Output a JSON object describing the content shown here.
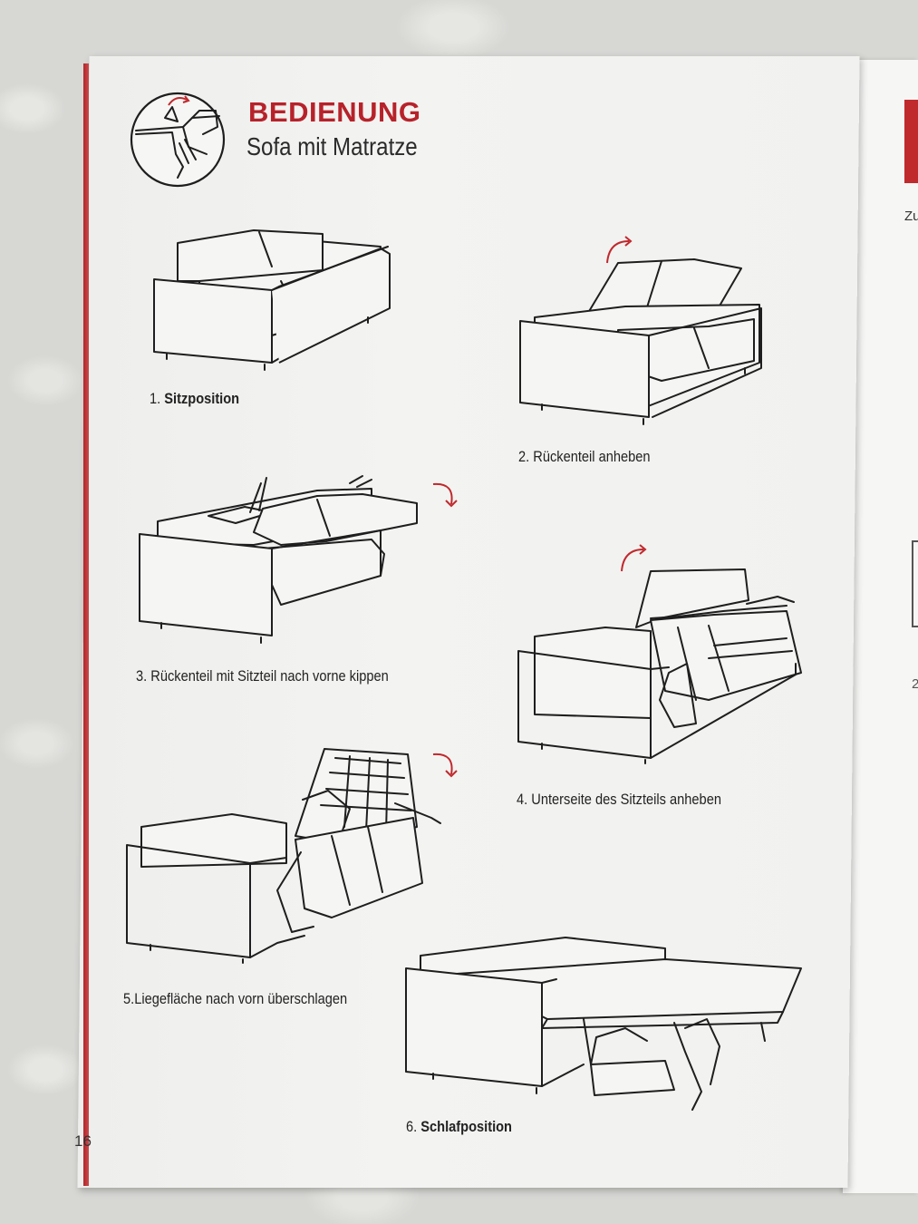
{
  "manual": {
    "title": "BEDIENUNG",
    "subtitle": "Sofa mit Matratze",
    "page_number": "16"
  },
  "steps": [
    {
      "number": "1.",
      "text": "Sitzposition",
      "bold": true
    },
    {
      "number": "2.",
      "text": "Rückenteil anheben",
      "bold": false
    },
    {
      "number": "3.",
      "text": "Rückenteil mit Sitzteil nach vorne kippen",
      "bold": false
    },
    {
      "number": "4.",
      "text": "Unterseite des Sitzteils anheben",
      "bold": false
    },
    {
      "number": "5.",
      "text": "Liegefläche nach vorn überschlagen",
      "bold": false
    },
    {
      "number": "6.",
      "text": "Schlafposition",
      "bold": true
    }
  ],
  "right_page": {
    "fragment_top": "Zu",
    "fragment_mid": "2"
  },
  "colors": {
    "accent_red": "#b7222a",
    "text": "#222222",
    "paper": "#f2f2f0"
  },
  "icons": {
    "heading": "sofa-mechanism-icon",
    "arrows": "curved-red-arrow-icon"
  }
}
